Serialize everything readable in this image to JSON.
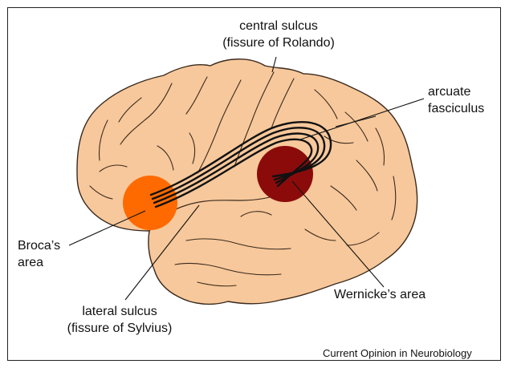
{
  "labels": {
    "central_sulcus": {
      "line1": "central sulcus",
      "line2": "(fissure of Rolando)"
    },
    "arcuate_fasciculus": {
      "line1": "arcuate",
      "line2": "fasciculus"
    },
    "brocas_area": {
      "line1": "Broca’s",
      "line2": "area"
    },
    "wernickes_area": "Wernicke’s area",
    "lateral_sulcus": {
      "line1": "lateral sulcus",
      "line2": "(fissure of Sylvius)"
    }
  },
  "credit": "Current Opinion in Neurobiology",
  "colors": {
    "brain_fill": "#f7c89b",
    "brain_outline": "#3a2a1e",
    "brocas_area": "#ff6a00",
    "wernickes_area": "#8b0b0b",
    "fiber_tract": "#111111"
  },
  "icons": {
    "brain": "brain-illustration"
  }
}
